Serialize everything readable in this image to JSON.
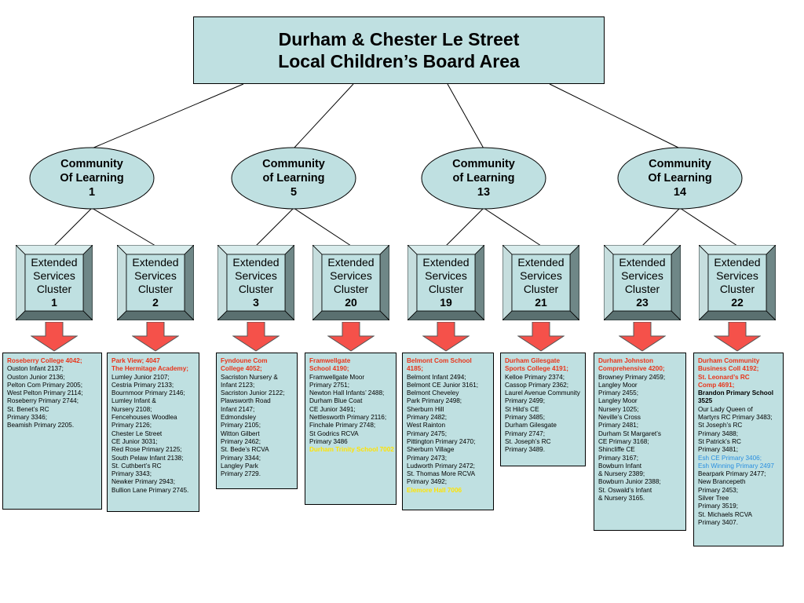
{
  "title": {
    "line1": "Durham & Chester Le Street",
    "line2": "Local Children’s Board Area"
  },
  "colours": {
    "box_fill": "#bfe0e1",
    "arrow_red": "#f5514a",
    "highlight_red": "#e8351b",
    "highlight_yellow": "#ffe300",
    "highlight_blue": "#2a8fe0"
  },
  "communities": [
    {
      "line1": "Community",
      "line2": "Of Learning",
      "number": "1"
    },
    {
      "line1": "Community",
      "line2": "of Learning",
      "number": "5"
    },
    {
      "line1": "Community",
      "line2": "of Learning",
      "number": "13"
    },
    {
      "line1": "Community",
      "line2": "Of Learning",
      "number": "14"
    }
  ],
  "clusters": [
    {
      "line1": "Extended",
      "line2": "Services",
      "line3": "Cluster",
      "number": "1"
    },
    {
      "line1": "Extended",
      "line2": "Services",
      "line3": "Cluster",
      "number": "2"
    },
    {
      "line1": "Extended",
      "line2": "Services",
      "line3": "Cluster",
      "number": "3"
    },
    {
      "line1": "Extended",
      "line2": "Services",
      "line3": "Cluster",
      "number": "20"
    },
    {
      "line1": "Extended",
      "line2": "Services",
      "line3": "Cluster",
      "number": "19"
    },
    {
      "line1": "Extended",
      "line2": "Services",
      "line3": "Cluster",
      "number": "21"
    },
    {
      "line1": "Extended",
      "line2": "Services",
      "line3": "Cluster",
      "number": "23"
    },
    {
      "line1": "Extended",
      "line2": "Services",
      "line3": "Cluster",
      "number": "22"
    }
  ],
  "school_lists": [
    [
      {
        "text": "Roseberry College 4042;",
        "style": "red"
      },
      {
        "text": "Ouston Infant 2137;"
      },
      {
        "text": "Ouston Junior 2136;"
      },
      {
        "text": "Pelton Com Primary 2005;"
      },
      {
        "text": "West Pelton Primary 2114;"
      },
      {
        "text": "Roseberry Primary 2744;"
      },
      {
        "text": "St. Benet’s RC"
      },
      {
        "text": "Primary 3346;"
      },
      {
        "text": "Beamish Primary 2205."
      }
    ],
    [
      {
        "text": "Park View; 4047",
        "style": "red"
      },
      {
        "text": "The Hermitage Academy;",
        "style": "red"
      },
      {
        "text": "Lumley Junior 2107;"
      },
      {
        "text": "Cestria Primary 2133;"
      },
      {
        "text": "Bournmoor Primary 2146;"
      },
      {
        "text": "Lumley Infant &"
      },
      {
        "text": "Nursery 2108;"
      },
      {
        "text": "Fencehouses Woodlea"
      },
      {
        "text": "Primary 2126;"
      },
      {
        "text": "Chester Le Street"
      },
      {
        "text": "CE Junior 3031;"
      },
      {
        "text": "Red Rose Primary 2125;"
      },
      {
        "text": "South Pelaw Infant 2138;"
      },
      {
        "text": "St. Cuthbert’s RC"
      },
      {
        "text": "Primary 3343;"
      },
      {
        "text": "Newker Primary 2943;"
      },
      {
        "text": "Bullion Lane Primary 2745."
      }
    ],
    [
      {
        "text": "Fyndoune Com",
        "style": "red"
      },
      {
        "text": "College 4052;",
        "style": "red"
      },
      {
        "text": "Sacriston Nursery &"
      },
      {
        "text": "Infant 2123;"
      },
      {
        "text": "Sacriston Junior 2122;"
      },
      {
        "text": "Plawsworth Road"
      },
      {
        "text": "Infant 2147;"
      },
      {
        "text": "Edmondsley"
      },
      {
        "text": "Primary 2105;"
      },
      {
        "text": "Witton Gilbert"
      },
      {
        "text": "Primary 2462;"
      },
      {
        "text": "St. Bede’s RCVA"
      },
      {
        "text": "Primary 3344;"
      },
      {
        "text": "Langley Park"
      },
      {
        "text": "Primary 2729."
      }
    ],
    [
      {
        "text": "Framwellgate",
        "style": "red"
      },
      {
        "text": "School 4190;",
        "style": "red"
      },
      {
        "text": "Framwellgate Moor"
      },
      {
        "text": "Primary 2751;"
      },
      {
        "text": "Newton Hall Infants’  2488;"
      },
      {
        "text": "Durham Blue Coat"
      },
      {
        "text": "CE Junior 3491;"
      },
      {
        "text": "Nettlesworth Primary 2116;"
      },
      {
        "text": "Finchale Primary 2748;"
      },
      {
        "text": "St Godrics RCVA"
      },
      {
        "text": "Primary 3486"
      },
      {
        "text": "Durham Trinity School 7002",
        "style": "yellow"
      }
    ],
    [
      {
        "text": "Belmont Com School",
        "style": "red"
      },
      {
        "text": "4185;",
        "style": "red"
      },
      {
        "text": "Belmont Infant 2494;"
      },
      {
        "text": "Belmont CE Junior 3161;"
      },
      {
        "text": "Belmont Cheveley"
      },
      {
        "text": "Park Primary 2498;"
      },
      {
        "text": "Sherburn Hill"
      },
      {
        "text": "Primary 2482;"
      },
      {
        "text": "West Rainton"
      },
      {
        "text": "Primary 2475;"
      },
      {
        "text": "Pittington Primary 2470;"
      },
      {
        "text": "Sherburn Village"
      },
      {
        "text": "Primary 2473;"
      },
      {
        "text": "Ludworth Primary 2472;"
      },
      {
        "text": "St. Thomas More RCVA"
      },
      {
        "text": "Primary 3492;"
      },
      {
        "text": "Elemore Hall 7006",
        "style": "yellow"
      }
    ],
    [
      {
        "text": "Durham Gilesgate",
        "style": "red"
      },
      {
        "text": "Sports College 4191;",
        "style": "red"
      },
      {
        "text": "Kelloe Primary 2374;"
      },
      {
        "text": "Cassop Primary 2362;"
      },
      {
        "text": "Laurel Avenue Community"
      },
      {
        "text": "Primary 2499;"
      },
      {
        "text": "St Hild’s CE"
      },
      {
        "text": "Primary 3485;"
      },
      {
        "text": "Durham Gilesgate"
      },
      {
        "text": "Primary 2747;"
      },
      {
        "text": "St. Joseph’s RC"
      },
      {
        "text": "Primary 3489."
      }
    ],
    [
      {
        "text": "Durham Johnston",
        "style": "red"
      },
      {
        "text": "Comprehensive 4200;",
        "style": "red"
      },
      {
        "text": "Browney Primary 2459;"
      },
      {
        "text": "Langley Moor"
      },
      {
        "text": "Primary 2455;"
      },
      {
        "text": "Langley Moor"
      },
      {
        "text": "Nursery 1025;"
      },
      {
        "text": "Neville’s Cross"
      },
      {
        "text": "Primary 2481;"
      },
      {
        "text": "Durham St Margaret’s"
      },
      {
        "text": "CE Primary 3168;"
      },
      {
        "text": "Shincliffe CE"
      },
      {
        "text": "Primary 3167;"
      },
      {
        "text": "Bowburn Infant"
      },
      {
        "text": "& Nursery 2389;"
      },
      {
        "text": "Bowburn Junior 2388;"
      },
      {
        "text": "St. Oswald’s Infant"
      },
      {
        "text": "& Nursery 3165."
      }
    ],
    [
      {
        "text": "Durham Community",
        "style": "red"
      },
      {
        "text": "Business Coll 4192;",
        "style": "red"
      },
      {
        "text": "St. Leonard’s RC",
        "style": "red"
      },
      {
        "text": "Comp 4691;",
        "style": "red"
      },
      {
        "text": "Brandon Primary School",
        "style": "bold"
      },
      {
        "text": "3525",
        "style": "bold"
      },
      {
        "text": "Our Lady Queen of"
      },
      {
        "text": "Martyrs RC Primary 3483;"
      },
      {
        "text": "St Joseph’s RC"
      },
      {
        "text": "Primary 3488;"
      },
      {
        "text": "St Patrick’s RC"
      },
      {
        "text": "Primary 3481;"
      },
      {
        "text": "Esh CE Primary 3406;",
        "style": "blue"
      },
      {
        "text": "Esh Winning Primary  2497",
        "style": "blue"
      },
      {
        "text": "Bearpark Primary 2477;"
      },
      {
        "text": "New Brancepeth"
      },
      {
        "text": "Primary 2453;"
      },
      {
        "text": "Silver Tree"
      },
      {
        "text": "Primary 3519;"
      },
      {
        "text": "St. Michaels RCVA"
      },
      {
        "text": "Primary 3407."
      }
    ]
  ]
}
